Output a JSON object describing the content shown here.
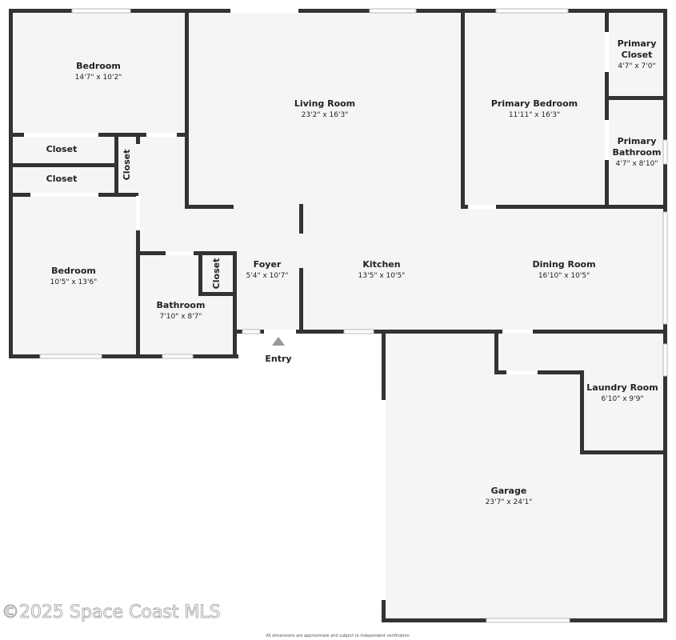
{
  "rooms": {
    "bedroom1": {
      "name": "Bedroom",
      "dims": "14'7\" x 10'2\""
    },
    "closet1": {
      "name": "Closet"
    },
    "closet2": {
      "name": "Closet"
    },
    "closet3": {
      "name": "Closet"
    },
    "bedroom2": {
      "name": "Bedroom",
      "dims": "10'5\" x 13'6\""
    },
    "closet4": {
      "name": "Closet"
    },
    "bathroom": {
      "name": "Bathroom",
      "dims": "7'10\" x 8'7\""
    },
    "foyer": {
      "name": "Foyer",
      "dims": "5'4\" x 10'7\""
    },
    "living": {
      "name": "Living Room",
      "dims": "23'2\" x 16'3\""
    },
    "kitchen": {
      "name": "Kitchen",
      "dims": "13'5\" x 10'5\""
    },
    "dining": {
      "name": "Dining Room",
      "dims": "16'10\" x 10'5\""
    },
    "primary_bedroom": {
      "name": "Primary Bedroom",
      "dims": "11'11\" x 16'3\""
    },
    "primary_closet": {
      "name_line1": "Primary",
      "name_line2": "Closet",
      "dims": "4'7\" x 7'0\""
    },
    "primary_bathroom": {
      "name_line1": "Primary",
      "name_line2": "Bathroom",
      "dims": "4'7\" x 8'10\""
    },
    "laundry": {
      "name": "Laundry Room",
      "dims": "6'10\" x 9'9\""
    },
    "garage": {
      "name": "Garage",
      "dims": "23'7\" x 24'1\""
    }
  },
  "entry_label": "Entry",
  "watermark": "©2025 Space Coast MLS",
  "disclaimer": "All dimensions are approximate and subject to independent verification",
  "colors": {
    "wall": "#333333",
    "floor": "#f4f5f5"
  }
}
